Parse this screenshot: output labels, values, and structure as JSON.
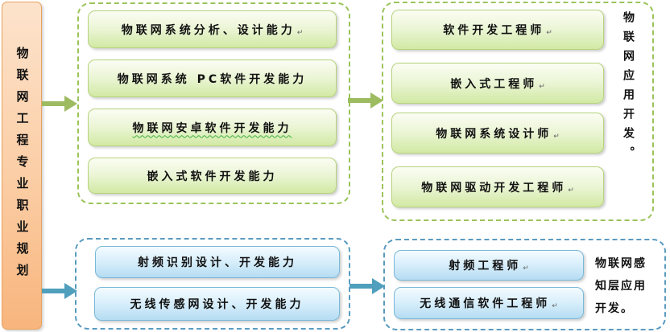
{
  "colors": {
    "green_border": "#9bc45b",
    "blue_border": "#5a9bc0",
    "orange_fill": "#f8b57d",
    "green_arrow": "#9dbb61",
    "blue_arrow": "#4f9fbd"
  },
  "root": {
    "label": "物联网工程专业职业规划",
    "mark": "↵"
  },
  "top": {
    "skills": [
      {
        "label": "物联网系统分析、设计能力",
        "mark": "↵"
      },
      {
        "label": "物联网系统 PC软件开发能力",
        "mark": ""
      },
      {
        "label": "物联网安卓软件开发能力",
        "mark": ""
      },
      {
        "label": "嵌入式软件开发能力",
        "mark": ""
      }
    ],
    "roles": [
      {
        "label": "软件开发工程师",
        "mark": "↵"
      },
      {
        "label": "嵌入式工程师",
        "mark": "↵"
      },
      {
        "label": "物联网系统设计师",
        "mark": "↵"
      },
      {
        "label": "物联网驱动开发工程师",
        "mark": "↵"
      }
    ],
    "direction": "物联网应用开发。"
  },
  "bottom": {
    "skills": [
      {
        "label": "射频识别设计、开发能力",
        "mark": ""
      },
      {
        "label": "无线传感网设计、开发能力",
        "mark": ""
      }
    ],
    "roles": [
      {
        "label": "射频工程师",
        "mark": "↵"
      },
      {
        "label": "无线通信软件工程师",
        "mark": "↵"
      }
    ],
    "direction_lines": [
      "物联网感",
      "知层应用",
      "开发。"
    ]
  }
}
